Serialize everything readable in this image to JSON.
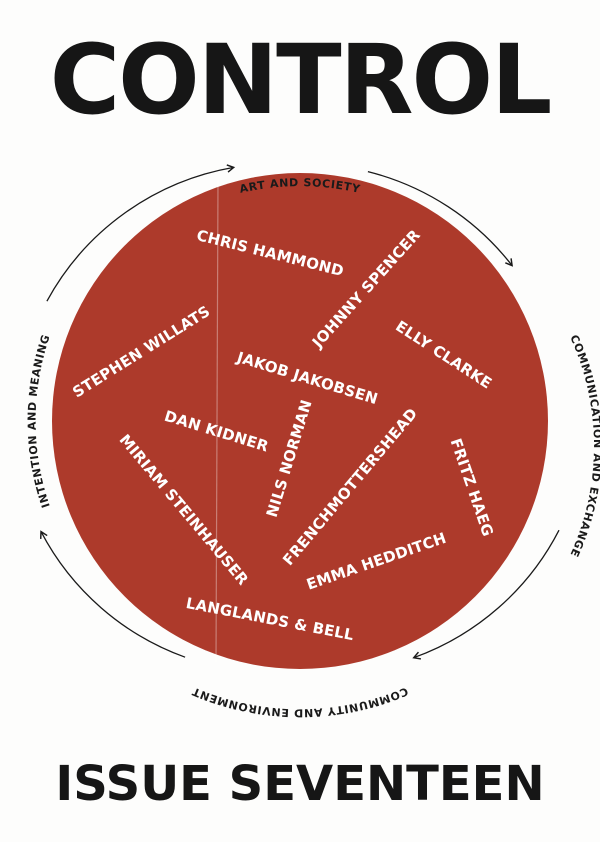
{
  "cover": {
    "title": "CONTROL",
    "issue": "ISSUE SEVENTEEN",
    "circle_color": "#ad3a2b"
  },
  "ring_labels": {
    "top": "ART AND SOCIETY",
    "right": "COMMUNICATION AND EXCHANGE",
    "bottom": "COMMUNITY AND ENVIRONMENT",
    "left": "INTENTION AND MEANING"
  },
  "artists": [
    "CHRIS HAMMOND",
    "JOHNNY SPENCER",
    "STEPHEN WILLATS",
    "ELLY CLARKE",
    "JAKOB JAKOBSEN",
    "DAN KIDNER",
    "NILS NORMAN",
    "FRENCHMOTTERSHEAD",
    "FRITZ HAEG",
    "MIRIAM STEINHAUSER",
    "EMMA HEDDITCH",
    "LANGLANDS & BELL"
  ]
}
